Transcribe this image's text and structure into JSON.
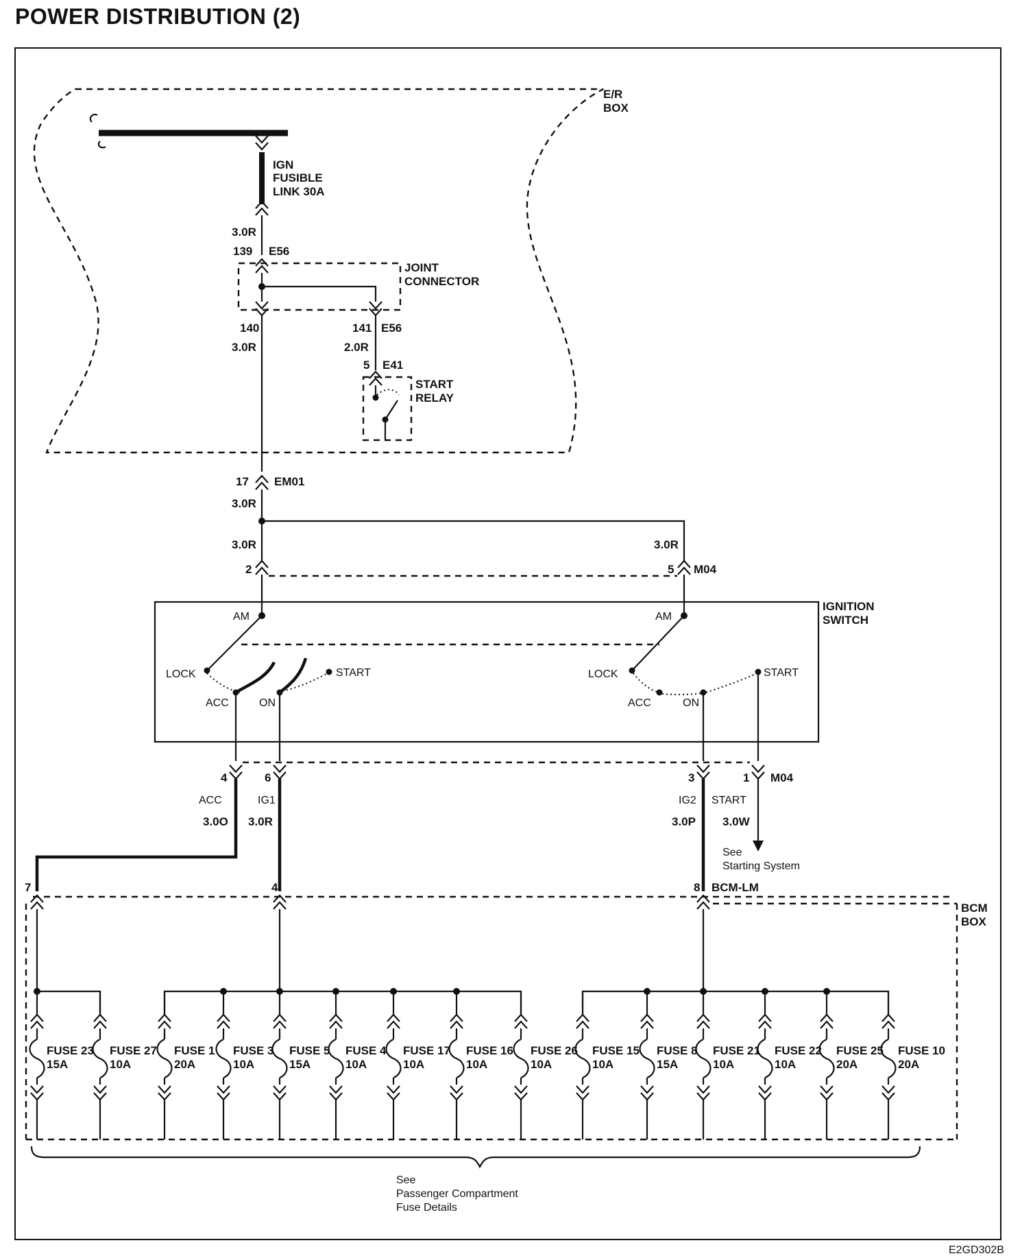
{
  "title": "POWER DISTRIBUTION (2)",
  "diagram_code": "E2GD302B",
  "er_box": [
    "E/R",
    "BOX"
  ],
  "fusible_link": [
    "IGN",
    "FUSIBLE",
    "LINK 30A"
  ],
  "joint_connector": [
    "JOINT",
    "CONNECTOR"
  ],
  "start_relay": [
    "START",
    "RELAY"
  ],
  "ignition_switch": [
    "IGNITION",
    "SWITCH"
  ],
  "bcm_box": [
    "BCM",
    "BOX"
  ],
  "upper_wiring": {
    "w1": "3.0R",
    "p139": "139",
    "e56a": "E56",
    "p140": "140",
    "p141": "141",
    "e56b": "E56",
    "w140": "3.0R",
    "w141": "2.0R",
    "p5": "5",
    "e41": "E41",
    "p17": "17",
    "em01": "EM01",
    "w17": "3.0R",
    "wl": "3.0R",
    "wr": "3.0R",
    "p2": "2",
    "p5r": "5",
    "m04a": "M04"
  },
  "switch_labels": {
    "am": "AM",
    "lock": "LOCK",
    "acc": "ACC",
    "on": "ON",
    "start": "START"
  },
  "outputs": {
    "p4": "4",
    "p6": "6",
    "p3": "3",
    "p1": "1",
    "m04b": "M04",
    "acc": "ACC",
    "ig1": "IG1",
    "ig2": "IG2",
    "start": "START",
    "w_acc": "3.0O",
    "w_ig1": "3.0R",
    "w_ig2": "3.0P",
    "w_start": "3.0W"
  },
  "starting_note": [
    "See",
    "Starting System"
  ],
  "bcm": {
    "p7": "7",
    "p4": "4",
    "p8": "8",
    "name": "BCM-LM"
  },
  "fuses": [
    {
      "name": "FUSE 23",
      "rating": "15A"
    },
    {
      "name": "FUSE 27",
      "rating": "10A"
    },
    {
      "name": "FUSE 1",
      "rating": "20A"
    },
    {
      "name": "FUSE 3",
      "rating": "10A"
    },
    {
      "name": "FUSE 5",
      "rating": "15A"
    },
    {
      "name": "FUSE 4",
      "rating": "10A"
    },
    {
      "name": "FUSE 17",
      "rating": "10A"
    },
    {
      "name": "FUSE 16",
      "rating": "10A"
    },
    {
      "name": "FUSE 26",
      "rating": "10A"
    },
    {
      "name": "FUSE 15",
      "rating": "10A"
    },
    {
      "name": "FUSE 8",
      "rating": "15A"
    },
    {
      "name": "FUSE 21",
      "rating": "10A"
    },
    {
      "name": "FUSE 22",
      "rating": "10A"
    },
    {
      "name": "FUSE 25",
      "rating": "20A"
    },
    {
      "name": "FUSE 10",
      "rating": "20A"
    }
  ],
  "fuse_note": [
    "See",
    "Passenger Compartment",
    "Fuse Details"
  ]
}
